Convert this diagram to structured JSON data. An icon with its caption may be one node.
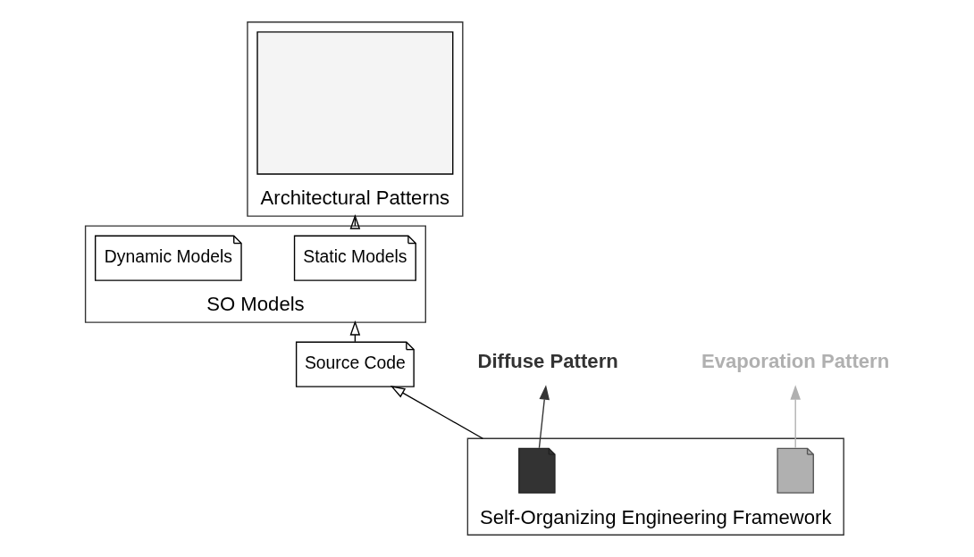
{
  "diagram": {
    "nodes": [
      {
        "text": [
          "Architectural Patterns"
        ]
      },
      {
        "text": [],
        "shape": "box",
        "in": 0
      },
      {
        "text": [
          "SO Models"
        ]
      },
      {
        "text": [
          "Static Models"
        ],
        "in": 2
      },
      {
        "text": [
          "Dynamic Models"
        ],
        "in": 2
      },
      {
        "text": [
          "Source Code"
        ]
      },
      {
        "text": [
          "Self-Organizing Engineering Framework"
        ]
      },
      {
        "text": [],
        "shape": "document",
        "in": 6
      },
      {
        "text": [],
        "shape": "document",
        "in": 6
      },
      {
        "text": [
          "Diffuse Pattern"
        ]
      },
      {
        "text": [
          "Evaporation Pattern"
        ]
      }
    ],
    "edges": [
      {
        "from": 2,
        "to": 0,
        "arrow": "to"
      },
      {
        "from": 5,
        "to": 2,
        "arrow": "to"
      },
      {
        "from": 6,
        "to": 5,
        "arrow": "to"
      },
      {
        "from": 7,
        "to": 9,
        "arrow": "to",
        "color": "#333333"
      },
      {
        "from": 8,
        "to": 10,
        "arrow": "to",
        "color": "#b0b0b0"
      }
    ]
  }
}
